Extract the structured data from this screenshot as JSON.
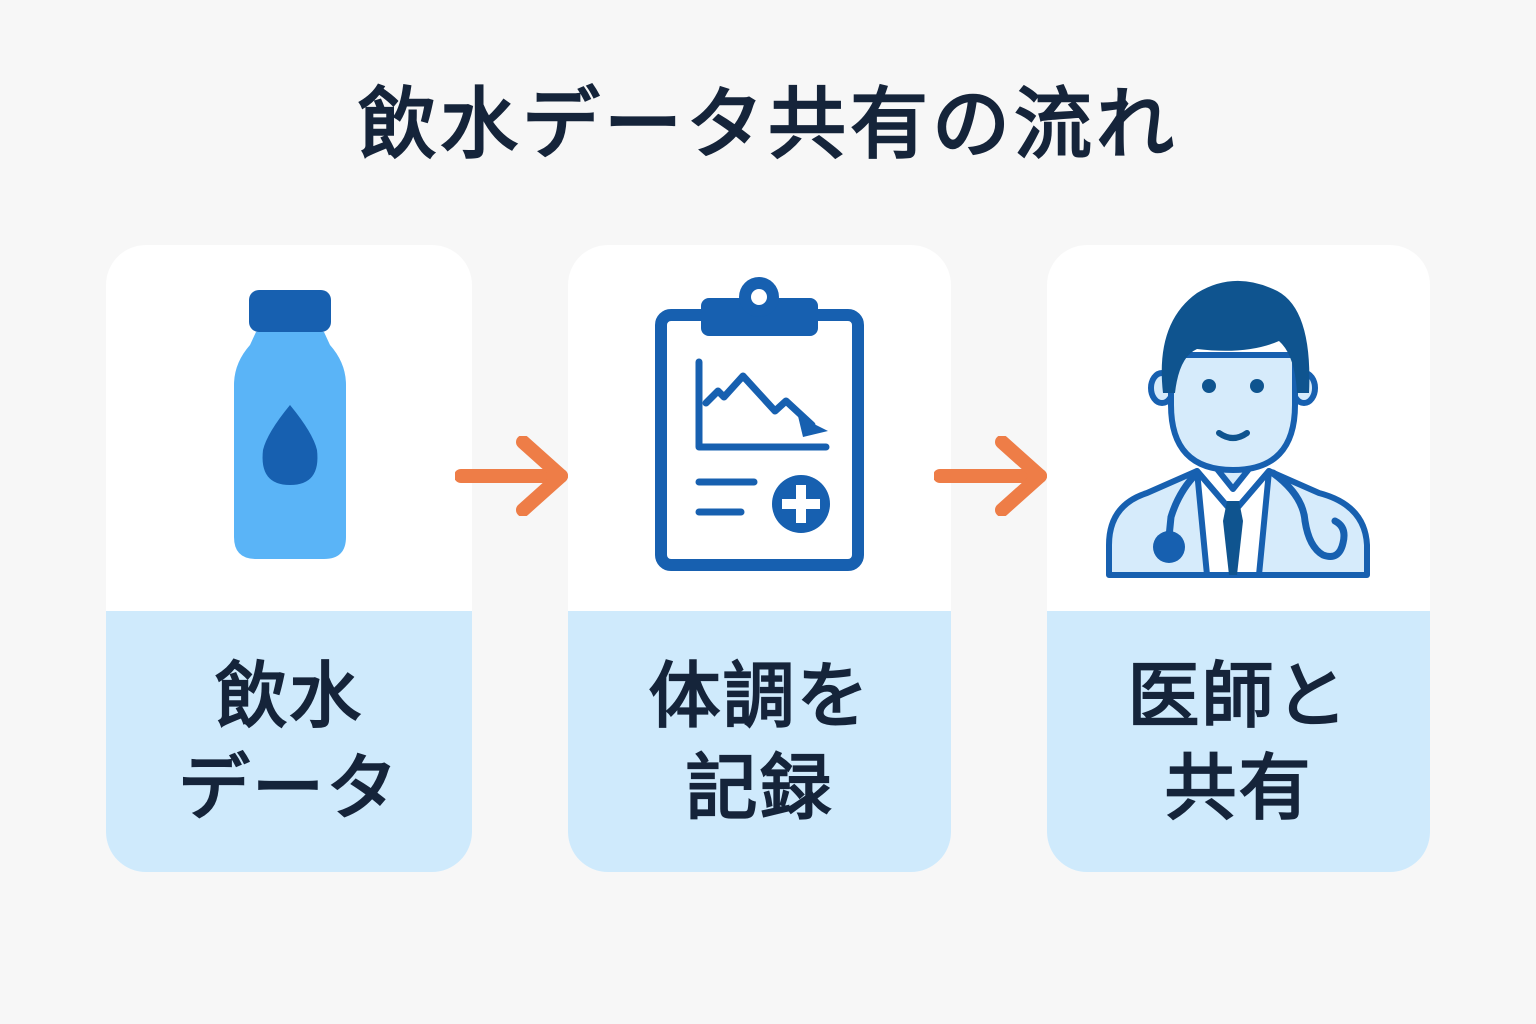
{
  "title": "飲水データ共有の流れ",
  "steps": [
    {
      "icon": "water-bottle-icon",
      "lines": [
        "飲水",
        "データ"
      ]
    },
    {
      "icon": "clipboard-chart-icon",
      "lines": [
        "体調を",
        "記録"
      ]
    },
    {
      "icon": "doctor-icon",
      "lines": [
        "医師と",
        "共有"
      ]
    }
  ],
  "connectors": [
    "arrow-right-icon",
    "arrow-right-icon"
  ],
  "colors": {
    "background": "#f7f7f7",
    "card": "#ffffff",
    "label_band": "#cfeafc",
    "text": "#15243a",
    "arrow": "#ee7d47",
    "icon_dark": "#1760b0",
    "icon_light": "#5ab4f7",
    "doctor_skin": "#d6ebfb",
    "doctor_hair": "#0f548f"
  }
}
